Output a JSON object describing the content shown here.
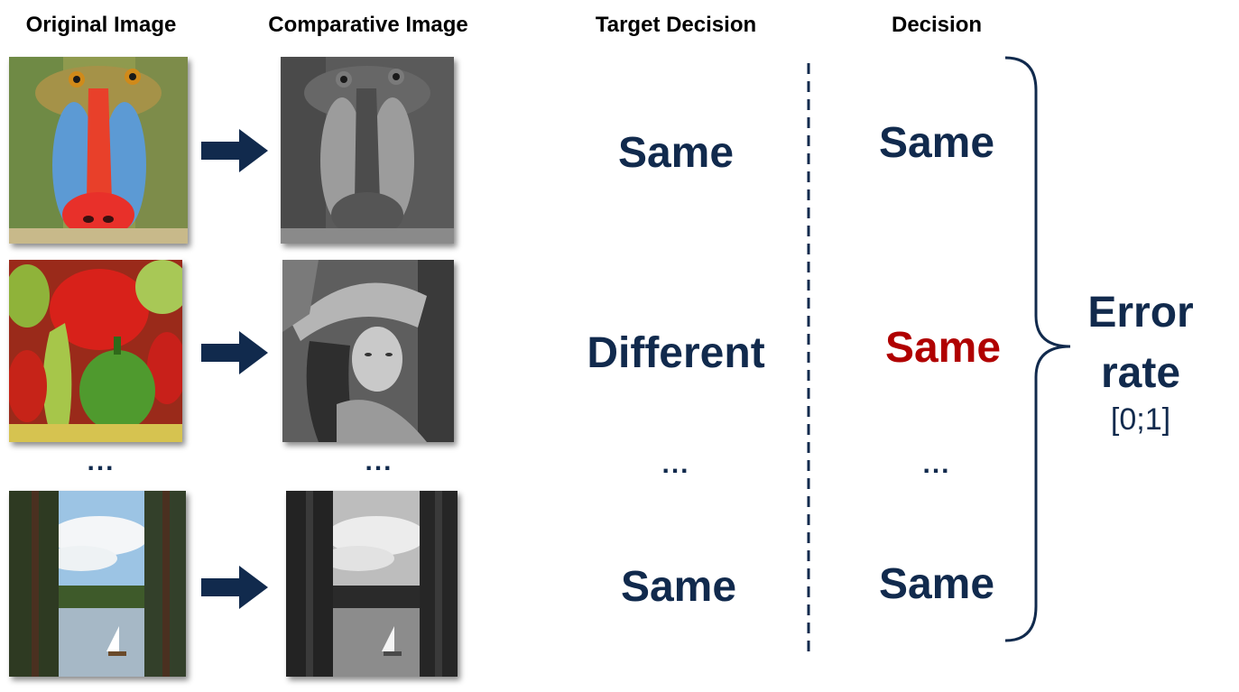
{
  "headers": {
    "original": "Original Image",
    "comparative": "Comparative Image",
    "target": "Target Decision",
    "decision": "Decision"
  },
  "rows": [
    {
      "original": "mandrill (color)",
      "comparative": "mandrill (grayscale)",
      "target": "Same",
      "decision": "Same",
      "decision_color": "#112a4d"
    },
    {
      "original": "peppers (color)",
      "comparative": "portrait (grayscale)",
      "target": "Different",
      "decision": "Same",
      "decision_color": "#b00000"
    },
    {
      "original": "lake with sailboat (color)",
      "comparative": "lake with sailboat (grayscale)",
      "target": "Same",
      "decision": "Same",
      "decision_color": "#112a4d"
    }
  ],
  "ellipsis": "...",
  "result": {
    "line1": "Error",
    "line2": "rate",
    "range": "[0;1]"
  },
  "colors": {
    "text": "#112a4d",
    "error": "#b00000"
  }
}
